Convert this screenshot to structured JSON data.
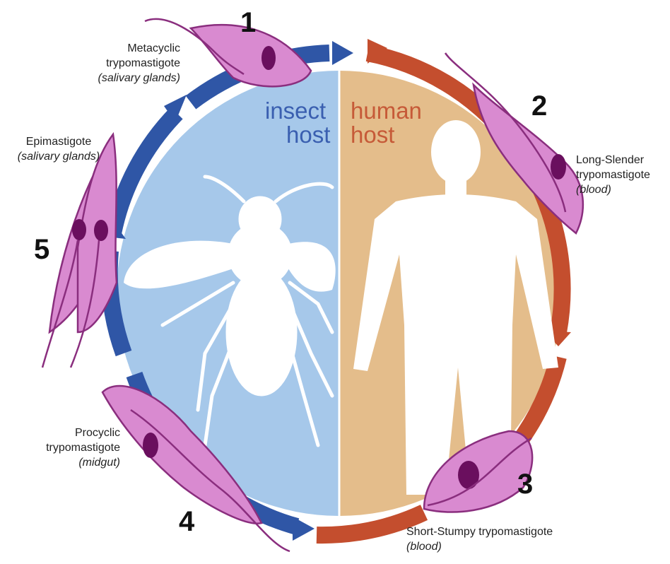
{
  "hosts": {
    "insect": {
      "line1": "insect",
      "line2": "host",
      "color": "#3a5fb0",
      "fill": "#a6c8ea"
    },
    "human": {
      "line1": "human",
      "line2": "host",
      "color": "#c65a38",
      "fill": "#e4bd8b"
    }
  },
  "cycle_colors": {
    "insect_arc": "#2f56a6",
    "human_arc": "#c44e2e",
    "parasite_body": "#d98ad0",
    "parasite_outline": "#8a2e7e",
    "nucleus": "#6a0f5e"
  },
  "stages": [
    {
      "number": "1",
      "name": "Metacyclic",
      "name2": "trypomastigote",
      "location": "(salivary glands)"
    },
    {
      "number": "2",
      "name": "Long-Slender",
      "name2": "trypomastigote",
      "location": "(blood)"
    },
    {
      "number": "3",
      "name": "Short-Stumpy trypomastigote",
      "location": "(blood)"
    },
    {
      "number": "4",
      "name": "Procyclic",
      "name2": "trypomastigote",
      "location": "(midgut)"
    },
    {
      "number": "5",
      "name": "Epimastigote",
      "location": "(salivary glands)"
    }
  ],
  "icons": [
    "fly-silhouette-icon",
    "human-silhouette-icon",
    "trypanosome-icon"
  ]
}
